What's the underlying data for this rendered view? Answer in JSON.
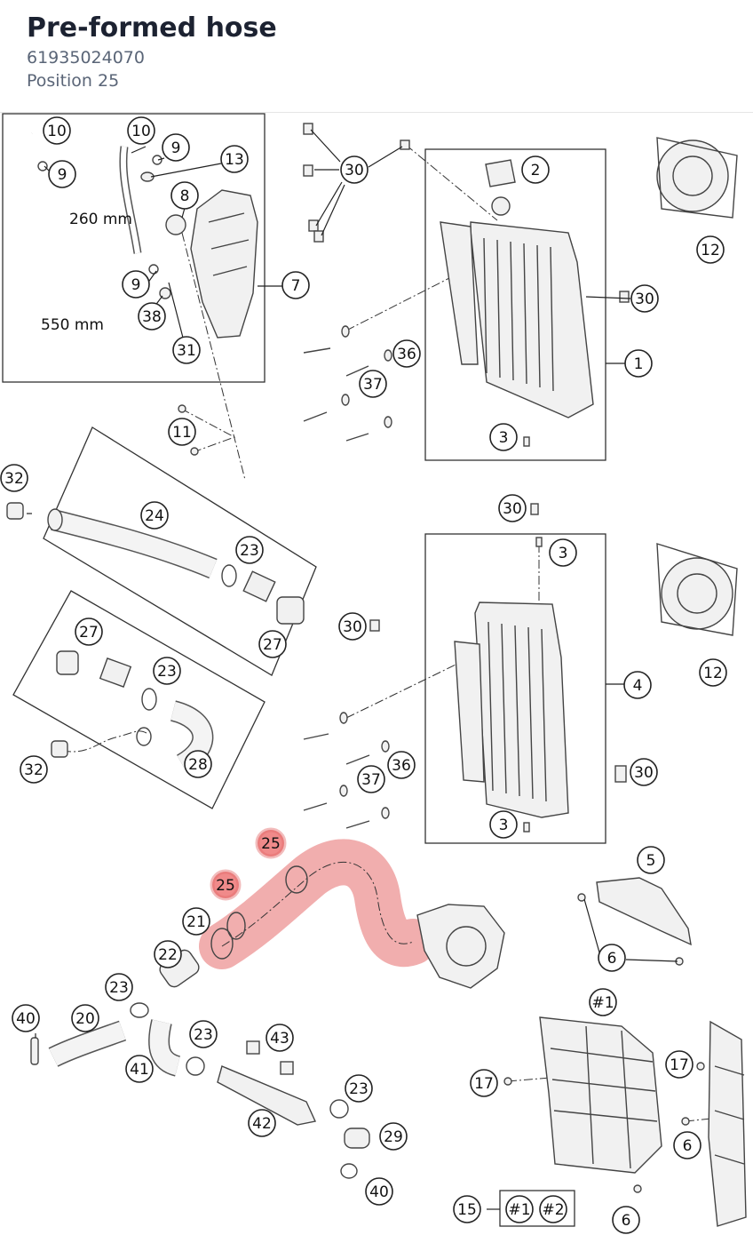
{
  "header": {
    "title": "Pre-formed hose",
    "part_number": "61935024070",
    "position": "Position 25"
  },
  "diagram": {
    "highlight_color": "#f08a8a",
    "dimensions": {
      "d260": "260 mm",
      "d550": "550 mm"
    },
    "callouts": {
      "c10a": "10",
      "c10b": "10",
      "c9a": "9",
      "c9b": "9",
      "c9c": "9",
      "c13": "13",
      "c8": "8",
      "c7": "7",
      "c38": "38",
      "c31": "31",
      "c30a": "30",
      "c2": "2",
      "c30b": "30",
      "c1": "1",
      "c12a": "12",
      "c36a": "36",
      "c37a": "37",
      "c3a": "3",
      "c11": "11",
      "c32a": "32",
      "c24": "24",
      "c23a": "23",
      "c27a": "27",
      "c30c": "30",
      "c3b": "3",
      "c12b": "12",
      "c30d": "30",
      "c4": "4",
      "c27b": "27",
      "c23b": "23",
      "c28": "28",
      "c32b": "32",
      "c36b": "36",
      "c37b": "37",
      "c30e": "30",
      "c3c": "3",
      "c25a": "25",
      "c25b": "25",
      "c5": "5",
      "c21": "21",
      "c22": "22",
      "c6a": "6",
      "c23c": "23",
      "c40a": "40",
      "c20": "20",
      "c23d": "23",
      "c43": "43",
      "c41": "41",
      "c1h": "#1",
      "c17a": "17",
      "c17b": "17",
      "c23e": "23",
      "c42": "42",
      "c29": "29",
      "c6b": "6",
      "c40b": "40",
      "c15": "15",
      "c1k": "#1",
      "c2k": "#2",
      "c6c": "6"
    }
  }
}
